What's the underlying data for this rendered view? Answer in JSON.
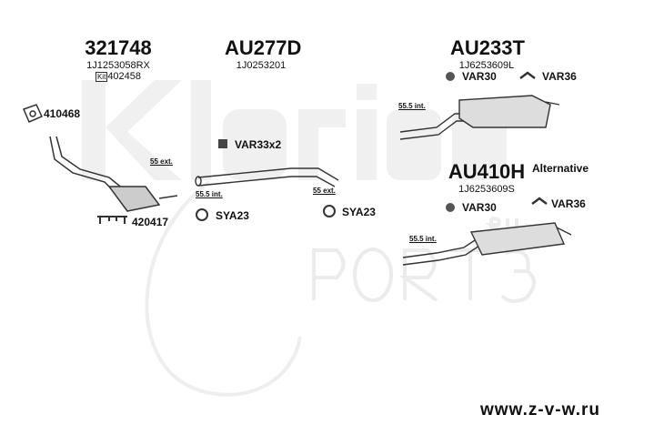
{
  "watermark": {
    "brand": "Klarius",
    "logo": "PORT3",
    "logo_suffix": "RU"
  },
  "groups": [
    {
      "part": "321748",
      "oe": "1J1253058RX",
      "kit_badge": "Kit",
      "kit_number": "402458"
    },
    {
      "part": "AU277D",
      "oe": "1J0253201"
    },
    {
      "part": "AU233T",
      "oe": "1J6253609L"
    },
    {
      "part": "AU410H",
      "oe": "1J6253609S",
      "note": "Alternative"
    }
  ],
  "accessories": {
    "a410468": "410468",
    "a420417": "420417",
    "var33": "VAR33x2",
    "sya23_1": "SYA23",
    "sya23_2": "SYA23",
    "var30_1": "VAR30",
    "var36_1": "VAR36",
    "var30_2": "VAR30",
    "var36_2": "VAR36"
  },
  "dimensions": {
    "d1": "55 ext.",
    "d2": "55.5 int.",
    "d3": "55 ext.",
    "d4": "55.5 int.",
    "d5": "55.5 int."
  },
  "url": "www.z-v-w.ru"
}
